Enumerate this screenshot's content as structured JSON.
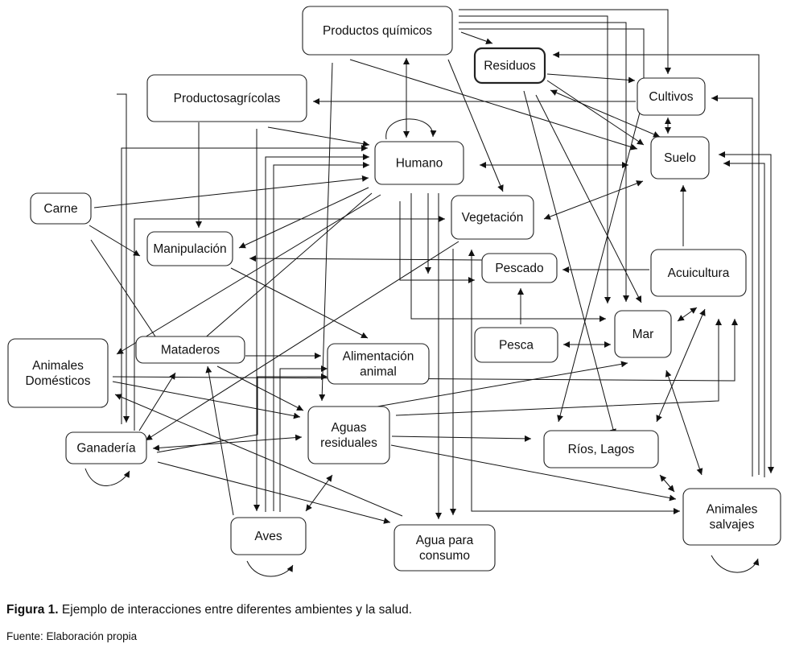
{
  "nodes": [
    {
      "id": "productos-quimicos",
      "lines": [
        "Productos químicos"
      ]
    },
    {
      "id": "residuos",
      "lines": [
        "Residuos"
      ]
    },
    {
      "id": "cultivos",
      "lines": [
        "Cultivos"
      ]
    },
    {
      "id": "productos-agricolas",
      "lines": [
        "Productosagrícolas"
      ]
    },
    {
      "id": "humano",
      "lines": [
        "Humano"
      ]
    },
    {
      "id": "suelo",
      "lines": [
        "Suelo"
      ]
    },
    {
      "id": "carne",
      "lines": [
        "Carne"
      ]
    },
    {
      "id": "vegetacion",
      "lines": [
        "Vegetación"
      ]
    },
    {
      "id": "manipulacion",
      "lines": [
        "Manipulación"
      ]
    },
    {
      "id": "pescado",
      "lines": [
        "Pescado"
      ]
    },
    {
      "id": "acuicultura",
      "lines": [
        "Acuicultura"
      ]
    },
    {
      "id": "animales-domesticos",
      "lines": [
        "Animales",
        "Domésticos"
      ]
    },
    {
      "id": "mataderos",
      "lines": [
        "Mataderos"
      ]
    },
    {
      "id": "alimentacion-animal",
      "lines": [
        "Alimentación",
        "animal"
      ]
    },
    {
      "id": "pesca",
      "lines": [
        "Pesca"
      ]
    },
    {
      "id": "mar",
      "lines": [
        "Mar"
      ]
    },
    {
      "id": "ganaderia",
      "lines": [
        "Ganadería"
      ]
    },
    {
      "id": "aguas-residuales",
      "lines": [
        "Aguas",
        "residuales"
      ]
    },
    {
      "id": "rios-lagos",
      "lines": [
        "Ríos, Lagos"
      ]
    },
    {
      "id": "animales-salvajes",
      "lines": [
        "Animales",
        "salvajes"
      ]
    },
    {
      "id": "aves",
      "lines": [
        "Aves"
      ]
    },
    {
      "id": "agua-consumo",
      "lines": [
        "Agua para",
        "consumo"
      ]
    }
  ],
  "caption": {
    "label": "Figura 1.",
    "text": " Ejemplo de interacciones entre diferentes ambientes y la salud."
  },
  "source": "Fuente: Elaboración propia"
}
